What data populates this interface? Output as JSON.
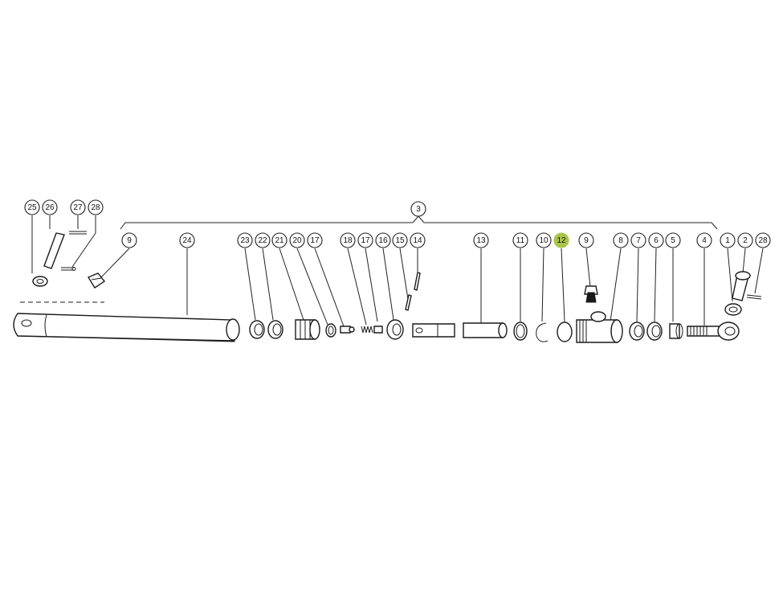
{
  "diagram": {
    "accent_color": "#a9c44a",
    "highlighted_part": "12",
    "assembly_label": "3",
    "callouts": [
      {
        "id": "c25",
        "label": "25"
      },
      {
        "id": "c26",
        "label": "26"
      },
      {
        "id": "c27",
        "label": "27"
      },
      {
        "id": "c28a",
        "label": "28"
      },
      {
        "id": "c3",
        "label": "3"
      },
      {
        "id": "c9a",
        "label": "9"
      },
      {
        "id": "c24",
        "label": "24"
      },
      {
        "id": "c23",
        "label": "23"
      },
      {
        "id": "c22",
        "label": "22"
      },
      {
        "id": "c21",
        "label": "21"
      },
      {
        "id": "c20",
        "label": "20"
      },
      {
        "id": "c17a",
        "label": "17"
      },
      {
        "id": "c18",
        "label": "18"
      },
      {
        "id": "c17b",
        "label": "17"
      },
      {
        "id": "c16",
        "label": "16"
      },
      {
        "id": "c15",
        "label": "15"
      },
      {
        "id": "c14",
        "label": "14"
      },
      {
        "id": "c13",
        "label": "13"
      },
      {
        "id": "c11",
        "label": "11"
      },
      {
        "id": "c10",
        "label": "10"
      },
      {
        "id": "c12",
        "label": "12"
      },
      {
        "id": "c9b",
        "label": "9"
      },
      {
        "id": "c8",
        "label": "8"
      },
      {
        "id": "c7",
        "label": "7"
      },
      {
        "id": "c6",
        "label": "6"
      },
      {
        "id": "c5",
        "label": "5"
      },
      {
        "id": "c4",
        "label": "4"
      },
      {
        "id": "c1",
        "label": "1"
      },
      {
        "id": "c2",
        "label": "2"
      },
      {
        "id": "c28b",
        "label": "28"
      }
    ]
  }
}
